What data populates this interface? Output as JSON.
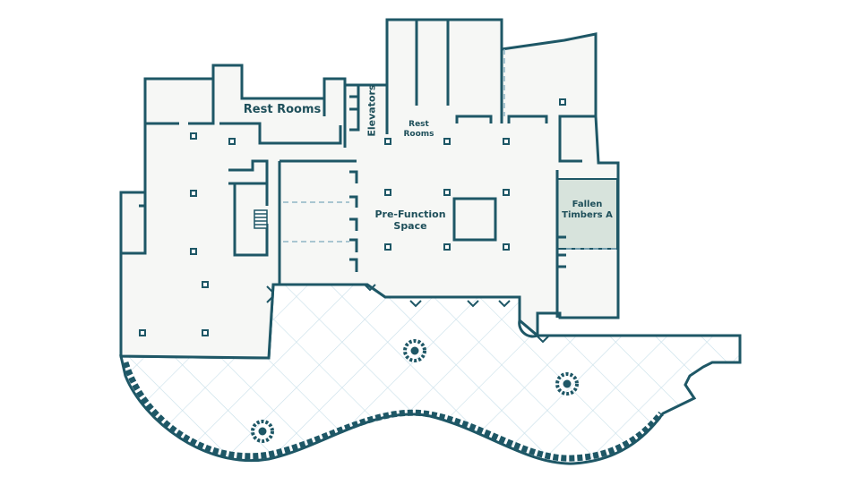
{
  "floorplan": {
    "colors": {
      "wall": "#1e5766",
      "floor": "#f6f7f5",
      "highlight": "#d7e3dc",
      "terrace": "#ffffff",
      "tile": "#c9e0ea",
      "label": "#1e4f5a"
    },
    "rooms": {
      "rest_rooms_main": "Rest Rooms",
      "elevators": "Elevators",
      "rest_rooms_small_line1": "Rest",
      "rest_rooms_small_line2": "Rooms",
      "pre_function_line1": "Pre-Function",
      "pre_function_line2": "Space",
      "fallen_timbers_line1": "Fallen",
      "fallen_timbers_line2": "Timbers A"
    },
    "highlighted_room": "Fallen Timbers A",
    "features": [
      "fountain-icon",
      "fountain-icon",
      "fountain-icon",
      "stairs-icon"
    ]
  }
}
